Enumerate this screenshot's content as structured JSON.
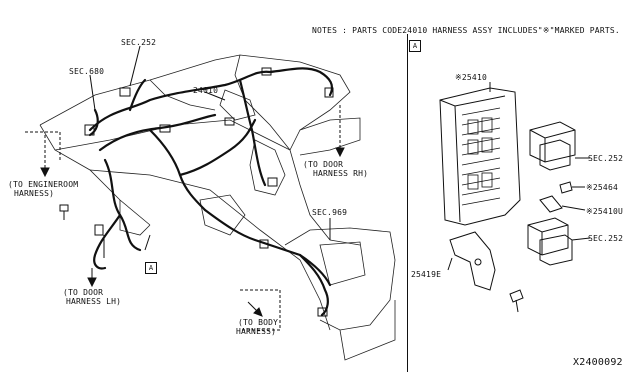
{
  "notes": "NOTES : PARTS CODE24010 HARNESS ASSY INCLUDES\"※\"MARKED PARTS.",
  "view_ref": "A",
  "labels": {
    "sec252_top": "SEC.252",
    "sec680": "SEC.680",
    "part_24010": "24010",
    "to_engineroom_1": "(TO ENGINEROOM",
    "to_engineroom_2": "HARNESS)",
    "to_door_rh_1": "(TO DOOR",
    "to_door_rh_2": "HARNESS RH)",
    "sec969": "SEC.969",
    "to_door_lh_1": "(TO DOOR",
    "to_door_lh_2": "HARNESS LH)",
    "to_body_1": "(TO BODY",
    "to_body_2": "HARNESS)",
    "part_25410": "※25410",
    "sec252_right1": "SEC.252",
    "part_25464": "※25464",
    "part_25410u": "※25410U",
    "sec252_right2": "SEC.252",
    "part_25419e": "25419E"
  },
  "diagram_code": "X2400092"
}
